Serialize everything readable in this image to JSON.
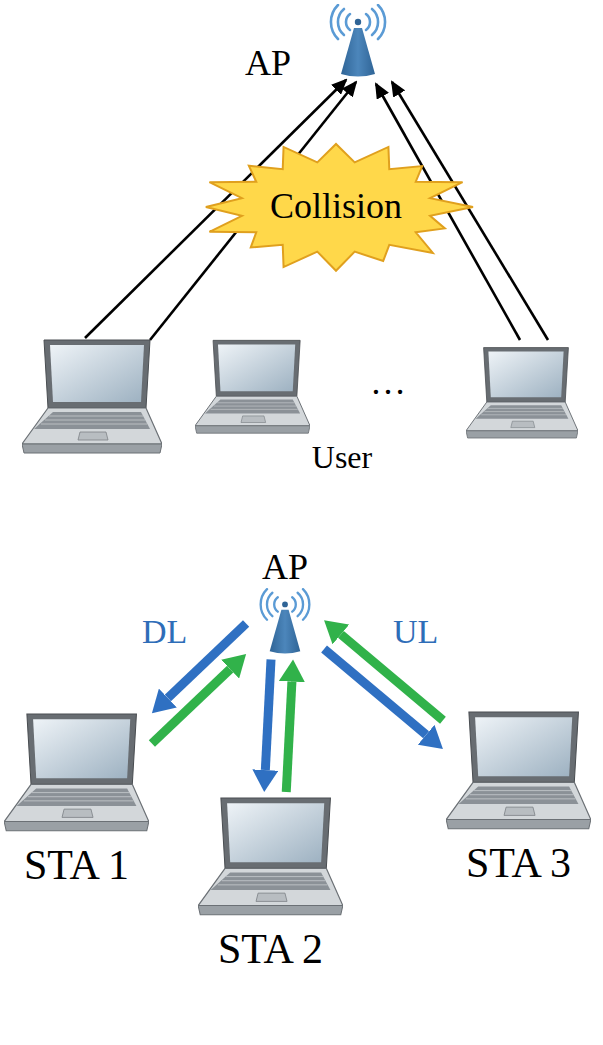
{
  "diagram": {
    "nodes": [
      {
        "text": [
          "Collision"
        ]
      },
      {
        "text": [
          "AP"
        ]
      },
      {
        "text": [
          "STA 1"
        ]
      },
      {
        "text": [
          "STA 2"
        ]
      },
      {
        "text": [
          "STA 3"
        ]
      }
    ],
    "edges": [
      {
        "from": 1,
        "to": 2,
        "arrow": "to",
        "label": "DL"
      },
      {
        "from": 2,
        "to": 1,
        "arrow": "to"
      },
      {
        "from": 1,
        "to": 3,
        "arrow": "to"
      },
      {
        "from": 3,
        "to": 1,
        "arrow": "to"
      },
      {
        "from": 1,
        "to": 4,
        "arrow": "to"
      },
      {
        "from": 4,
        "to": 1,
        "arrow": "to",
        "label": "UL"
      }
    ],
    "labels": [
      "AP",
      "…",
      "User"
    ]
  }
}
